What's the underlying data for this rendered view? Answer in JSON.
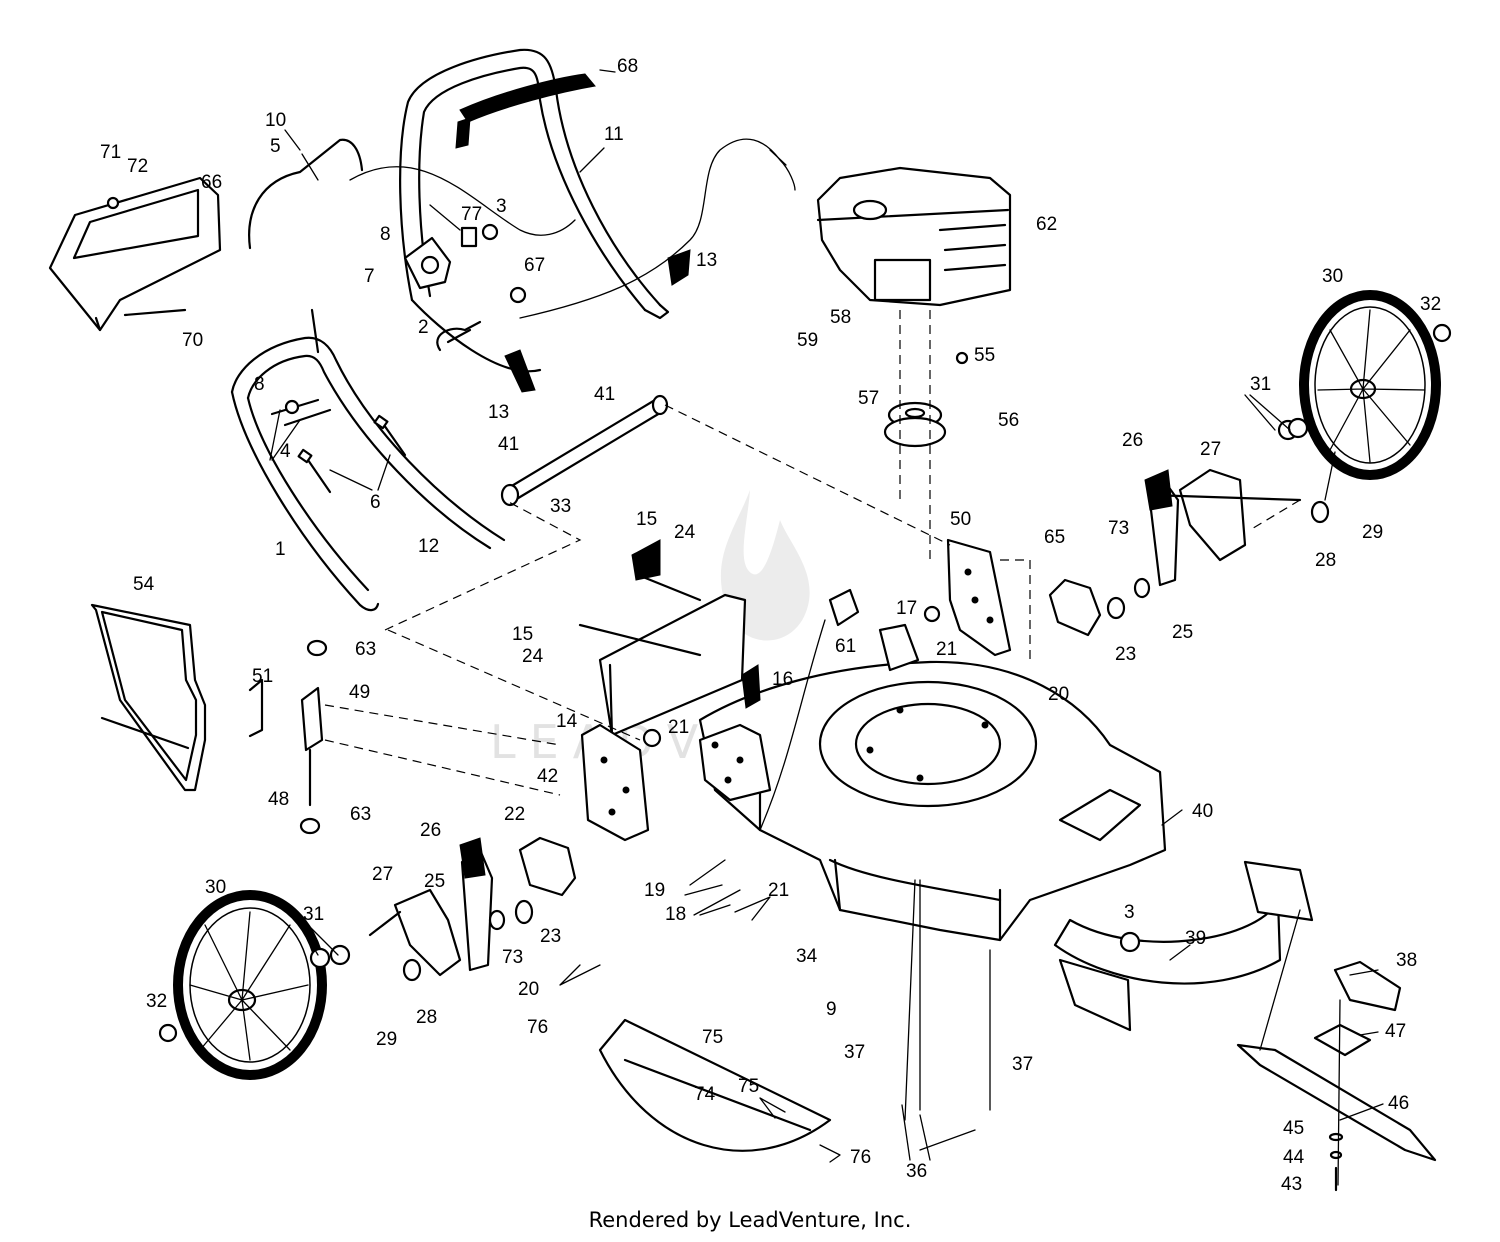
{
  "footer": "Rendered by LeadVenture, Inc.",
  "watermark": "LEADVENTURE",
  "part_numbers": [
    "1",
    "2",
    "3",
    "3",
    "4",
    "5",
    "6",
    "7",
    "8",
    "8",
    "9",
    "10",
    "11",
    "12",
    "13",
    "13",
    "14",
    "15",
    "15",
    "16",
    "17",
    "18",
    "19",
    "20",
    "20",
    "21",
    "21",
    "21",
    "22",
    "23",
    "23",
    "24",
    "24",
    "25",
    "25",
    "26",
    "26",
    "27",
    "27",
    "28",
    "28",
    "29",
    "29",
    "30",
    "30",
    "31",
    "31",
    "32",
    "32",
    "33",
    "34",
    "36",
    "37",
    "37",
    "38",
    "39",
    "40",
    "41",
    "41",
    "42",
    "43",
    "44",
    "45",
    "46",
    "47",
    "48",
    "49",
    "50",
    "51",
    "54",
    "55",
    "56",
    "57",
    "58",
    "59",
    "61",
    "62",
    "63",
    "63",
    "65",
    "66",
    "67",
    "68",
    "70",
    "71",
    "72",
    "73",
    "73",
    "74",
    "75",
    "75",
    "76",
    "76",
    "77"
  ]
}
